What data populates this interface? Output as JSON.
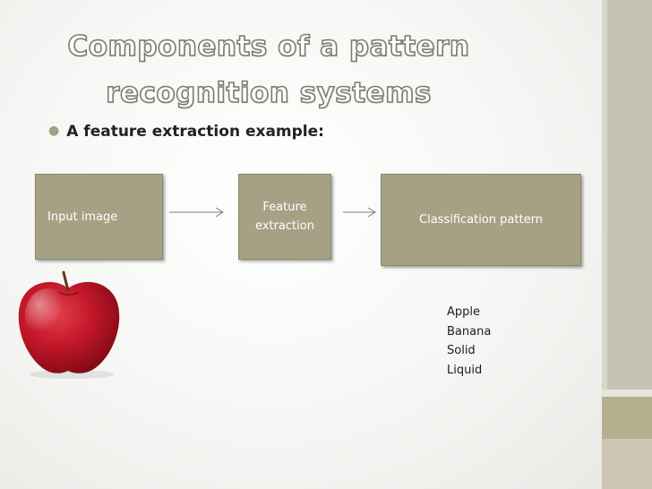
{
  "title": {
    "line1": "Components of a pattern",
    "line2": "recognition systems"
  },
  "bullet": {
    "text": "A feature extraction example:"
  },
  "diagram": {
    "input_label": "Input image",
    "feature_label_line1": "Feature",
    "feature_label_line2": "extraction",
    "classification_label": "Classification pattern"
  },
  "classes": [
    "Apple",
    "Banana",
    "Solid",
    "Liquid"
  ],
  "colors": {
    "box_fill": "#a6a184",
    "box_border": "#8c876c",
    "title_outline": "#7e7b6e",
    "bullet_dot": "#a39e85",
    "apple_red": "#c4182a"
  },
  "icons": {
    "image": "red-apple-image",
    "bullet": "bullet-dot-icon",
    "arrows": "right-arrow-icon"
  }
}
